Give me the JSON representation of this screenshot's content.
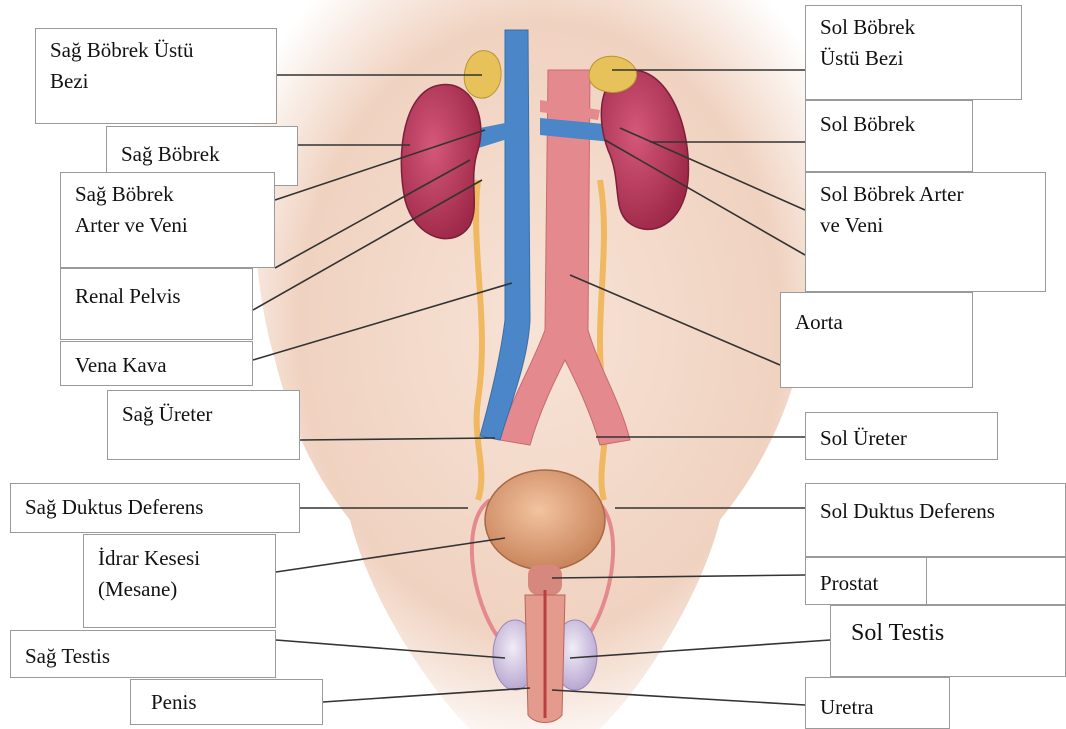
{
  "diagram": {
    "labels": {
      "sag_bobrek_ustu_bezi": [
        "Sağ Böbrek Üstü",
        "Bezi"
      ],
      "sag_bobrek": [
        "Sağ Böbrek"
      ],
      "sag_bobrek_arter_veni": [
        "Sağ Böbrek",
        "Arter ve Veni"
      ],
      "renal_pelvis": [
        "Renal Pelvis"
      ],
      "vena_kava": [
        "Vena Kava"
      ],
      "sag_ureter": [
        "Sağ Üreter"
      ],
      "sag_duktus_deferens": [
        "Sağ Duktus Deferens"
      ],
      "idrar_kesesi": [
        "İdrar Kesesi",
        "(Mesane)"
      ],
      "sag_testis": [
        "Sağ Testis"
      ],
      "penis": [
        "Penis"
      ],
      "sol_bobrek_ustu_bezi": [
        "Sol Böbrek",
        "Üstü Bezi"
      ],
      "sol_bobrek": [
        "Sol Böbrek"
      ],
      "sol_bobrek_arter_veni": [
        "Sol Böbrek Arter",
        "ve Veni"
      ],
      "aorta": [
        "Aorta"
      ],
      "sol_ureter": [
        "Sol Üreter"
      ],
      "sol_duktus_deferens": [
        "Sol Duktus Deferens"
      ],
      "prostat": [
        "Prostat"
      ],
      "sol_testis": [
        "Sol Testis"
      ],
      "uretra": [
        "Uretra"
      ]
    },
    "colors": {
      "skin": "#f3d9c9",
      "kidney": "#b8365a",
      "adrenal": "#e7c25a",
      "vein": "#4a86c8",
      "artery": "#e48a8f",
      "ureter": "#f0b860",
      "bladder": "#e2a27a",
      "testis": "#d8cbe6",
      "leader_line": "#333333"
    }
  }
}
